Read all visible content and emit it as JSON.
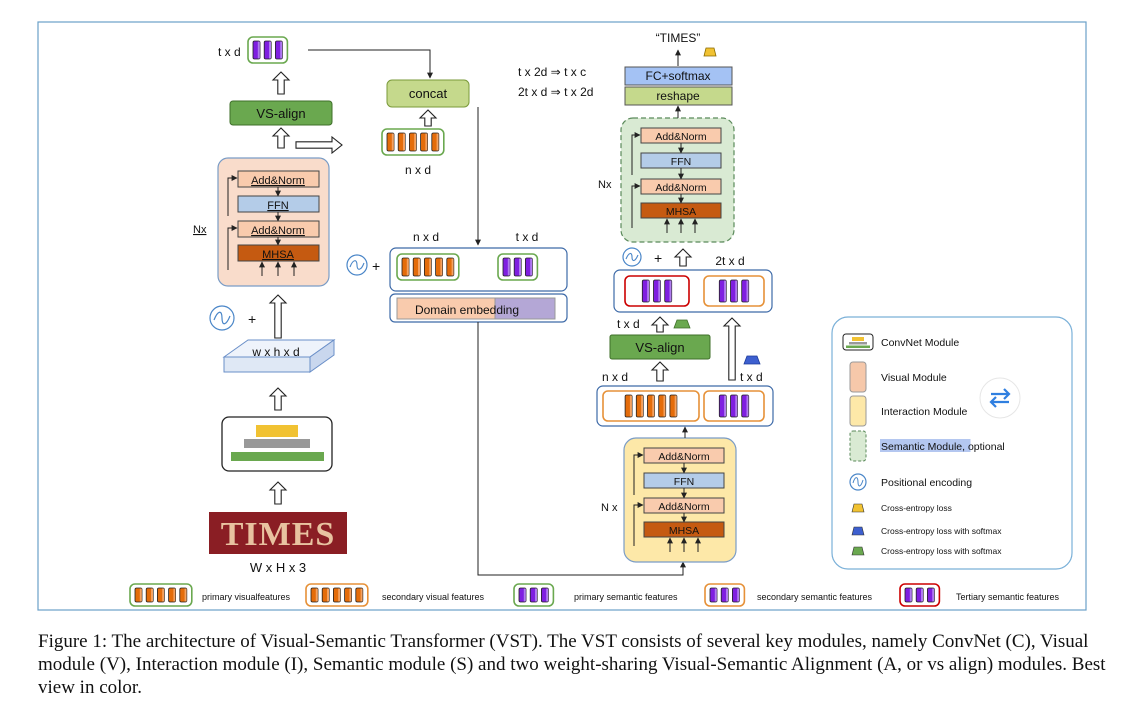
{
  "labels": {
    "txd_top": "t x d",
    "vs_align": "VS-align",
    "add_norm": "Add&Norm",
    "ffn": "FFN",
    "mhsa": "MHSA",
    "nx": "Nx",
    "wxhxd": "w x h x d",
    "plus": "+",
    "input_dims": "W x H x 3",
    "input_word": "TIMES",
    "concat": "concat",
    "nxd": "n x d",
    "txd": "t x d",
    "domain_embedding": "Domain  embedding",
    "times_output": "“TIMES”",
    "fc_softmax": "FC+softmax",
    "reshape": "reshape",
    "eq_top": "t x 2d ⇒ t x c",
    "eq_bottom": "2t x d ⇒ t x 2d",
    "two_txd": "2t x d",
    "nx_sp": "N x"
  },
  "module_legend": [
    {
      "icon": "convnet-icon",
      "label": "ConvNet Module",
      "color": "#ffffff"
    },
    {
      "icon": "visual-swatch",
      "label": "Visual Module",
      "color": "#f6c8aa"
    },
    {
      "icon": "interaction-swatch",
      "label": "Interaction Module",
      "color": "#fde8a8"
    },
    {
      "icon": "semantic-swatch",
      "label": "Semantic Module",
      "suffix": ", optional",
      "color": "#d9ead3"
    },
    {
      "icon": "positional-encoding-icon",
      "label": "Positional encoding",
      "color": "#4a86c8"
    },
    {
      "icon": "loss-yellow",
      "label": "Cross-entropy loss",
      "color": "#f1c232"
    },
    {
      "icon": "loss-blue",
      "label": "Cross-entropy loss with softmax",
      "color": "#3d5fcf"
    },
    {
      "icon": "loss-green",
      "label": "Cross-entropy loss with softmax",
      "color": "#6aa84f"
    }
  ],
  "feature_legend": [
    {
      "label": "primary visualfeatures"
    },
    {
      "label": "secondary visual features"
    },
    {
      "label": "primary semantic features"
    },
    {
      "label": "secondary semantic features"
    },
    {
      "label": "Tertiary semantic features"
    }
  ],
  "colors": {
    "orange_bar": "#e46c0a",
    "purple_bar": "#7f1fe0",
    "green_border": "#6aa84f",
    "orange_border": "#e69138",
    "red_border": "#cc0000",
    "blue_border": "#3d6aa8",
    "add_norm_fill": "#f9cbad",
    "ffn_fill": "#b4cce8",
    "mhsa_fill": "#c55a11",
    "vs_align_fill": "#6aa84f",
    "concat_fill": "#c5d98c",
    "fc_fill": "#a4c2f4",
    "reshape_fill": "#c5d98c"
  },
  "caption": "Figure 1: The architecture of Visual-Semantic Transformer (VST). The VST consists of several key modules, namely ConvNet (C), Visual module (V), Interaction module (I), Semantic module (S) and two weight-sharing Visual-Semantic Alignment (A, or vs align) modules. Best view in color."
}
